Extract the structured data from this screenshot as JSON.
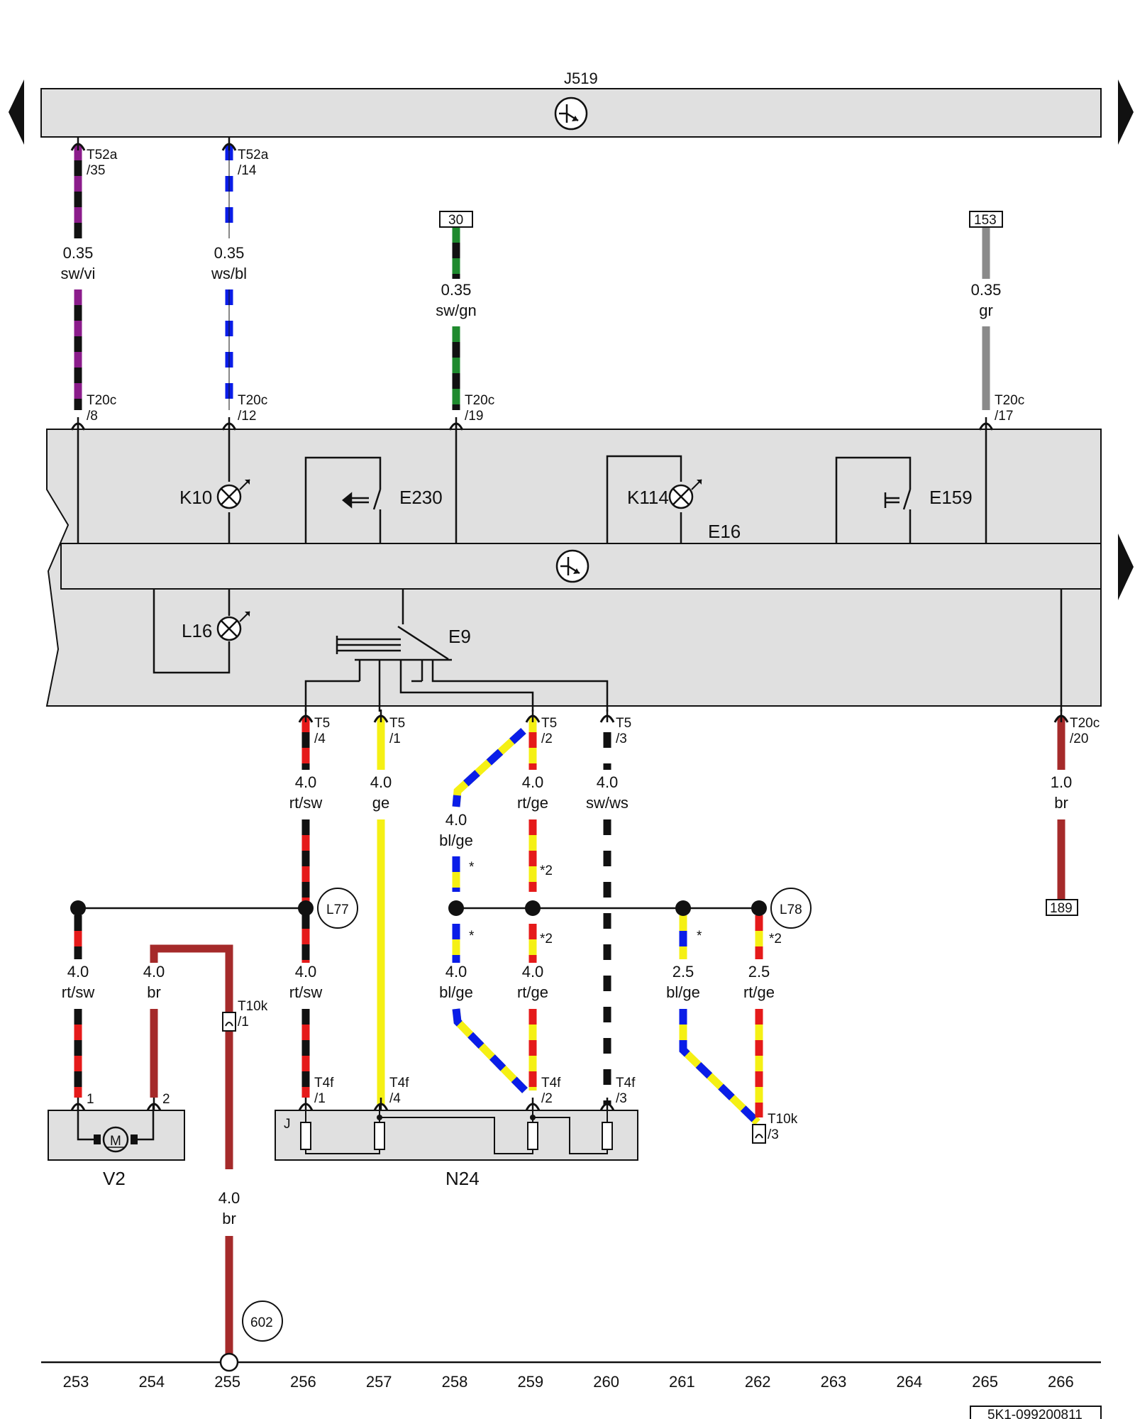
{
  "diagram": {
    "components": {
      "J519": "J519",
      "K10": "K10",
      "E230": "E230",
      "K114": "K114",
      "E16": "E16",
      "E159": "E159",
      "L16": "L16",
      "E9": "E9",
      "V2": "V2",
      "N24": "N24",
      "J_n24": "J",
      "motor": "M"
    },
    "connectors": {
      "t52a_35": [
        "T52a",
        "/35"
      ],
      "t52a_14": [
        "T52a",
        "/14"
      ],
      "t20c_8": [
        "T20c",
        "/8"
      ],
      "t20c_12": [
        "T20c",
        "/12"
      ],
      "t20c_19": [
        "T20c",
        "/19"
      ],
      "t20c_17": [
        "T20c",
        "/17"
      ],
      "t20c_20": [
        "T20c",
        "/20"
      ],
      "t5_4": [
        "T5",
        "/4"
      ],
      "t5_1": [
        "T5",
        "/1"
      ],
      "t5_2": [
        "T5",
        "/2"
      ],
      "t5_3": [
        "T5",
        "/3"
      ],
      "t4f_1": [
        "T4f",
        "/1"
      ],
      "t4f_4": [
        "T4f",
        "/4"
      ],
      "t4f_2": [
        "T4f",
        "/2"
      ],
      "t4f_3": [
        "T4f",
        "/3"
      ],
      "t10k_1": [
        "T10k",
        "/1"
      ],
      "t10k_3": [
        "T10k",
        "/3"
      ],
      "v2_pin1": "1",
      "v2_pin2": "2"
    },
    "wires": {
      "w_35": [
        "0.35",
        "sw/vi"
      ],
      "w_14": [
        "0.35",
        "ws/bl"
      ],
      "w_30": [
        "0.35",
        "sw/gn"
      ],
      "w_153": [
        "0.35",
        "gr"
      ],
      "w_t54": [
        "4.0",
        "rt/sw"
      ],
      "w_t51": [
        "4.0",
        "ge"
      ],
      "w_t52": [
        "4.0",
        "rt/ge"
      ],
      "w_t53": [
        "4.0",
        "sw/ws"
      ],
      "w_blge1": [
        "4.0",
        "bl/ge"
      ],
      "w_br20": [
        "1.0",
        "br"
      ],
      "w_v2a": [
        "4.0",
        "rt/sw"
      ],
      "w_v2b": [
        "4.0",
        "br"
      ],
      "w_n1": [
        "4.0",
        "rt/sw"
      ],
      "w_n2": [
        "4.0",
        "bl/ge"
      ],
      "w_n3": [
        "4.0",
        "rt/ge"
      ],
      "w_k1": [
        "2.5",
        "bl/ge"
      ],
      "w_k2": [
        "2.5",
        "rt/ge"
      ],
      "w_gnd": [
        "4.0",
        "br"
      ]
    },
    "terminals": {
      "t30": "30",
      "t153": "153",
      "t189": "189"
    },
    "nodes": {
      "L77": "L77",
      "L78": "L78",
      "g602": "602"
    },
    "notes": {
      "star": "*",
      "star2": "*2"
    },
    "tracks": [
      "253",
      "254",
      "255",
      "256",
      "257",
      "258",
      "259",
      "260",
      "261",
      "262",
      "263",
      "264",
      "265",
      "266"
    ],
    "doc_number": "5K1-099200811",
    "colors": {
      "sw": "#111111",
      "ws": "#ffffff",
      "vi": "#8b1c8b",
      "bl": "#0a1de8",
      "gn": "#1f8a2e",
      "gr": "#8a8a8a",
      "rt": "#e51a1a",
      "ge": "#f5f014",
      "br": "#a52a2a",
      "panel": "#e0e0e0"
    }
  }
}
